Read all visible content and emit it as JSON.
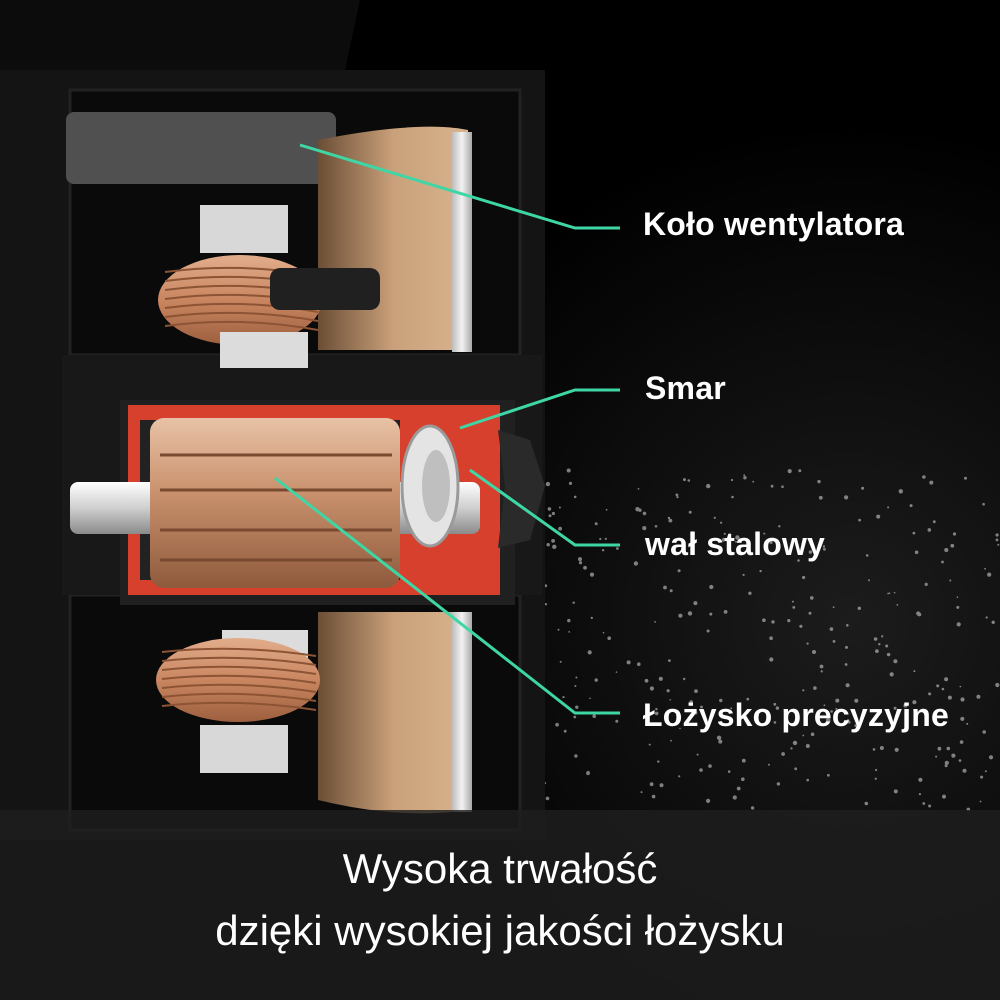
{
  "callouts": {
    "fan_wheel": "Koło wentylatora",
    "grease": "Smar",
    "steel_shaft": "wał stalowy",
    "precision_bearing": "Łożysko precyzyjne"
  },
  "caption": {
    "line1": "Wysoka trwałość",
    "line2": "dzięki wysokiej jakości łożysku"
  },
  "colors": {
    "background": "#000000",
    "housing": "#151515",
    "fan_blade": "#c9a07a",
    "copper": "#c98660",
    "grease_red": "#d8402e",
    "leader_line": "#3fd6a6",
    "metal": "#cfcfcf"
  }
}
